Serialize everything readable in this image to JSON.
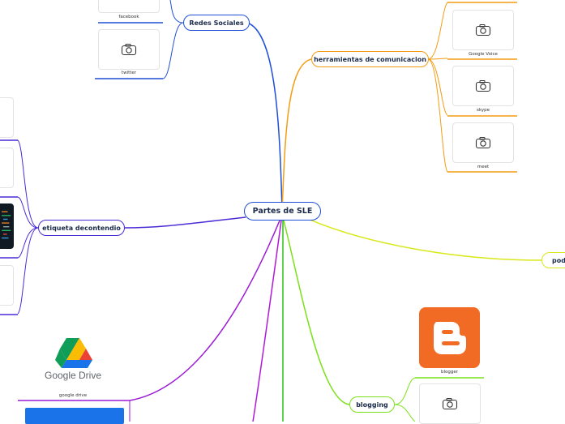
{
  "central": {
    "label": "Partes de SLE"
  },
  "branches": {
    "redes_sociales": {
      "label": "Redes Sociales",
      "color": "#1e4fd6"
    },
    "herramientas": {
      "label": "herramientas de comunicacion",
      "color": "#f39c12"
    },
    "etiqueta": {
      "label": "etiqueta decontendio",
      "color": "#4b2bd6"
    },
    "podcast": {
      "label": "pode",
      "color": "#d8e81a"
    },
    "blogging": {
      "label": "blogging",
      "color": "#7be01a"
    }
  },
  "cards": {
    "facebook": "facebook",
    "twitter": "twitter",
    "google_voice": "Google Voice",
    "skype": "skype",
    "meet": "meet",
    "blogger": "blogger",
    "google_drive": "google drive"
  },
  "logos": {
    "google_drive_text": "Google Drive"
  },
  "icons": [
    "camera-icon",
    "blogger-logo-icon",
    "google-drive-logo-icon"
  ]
}
